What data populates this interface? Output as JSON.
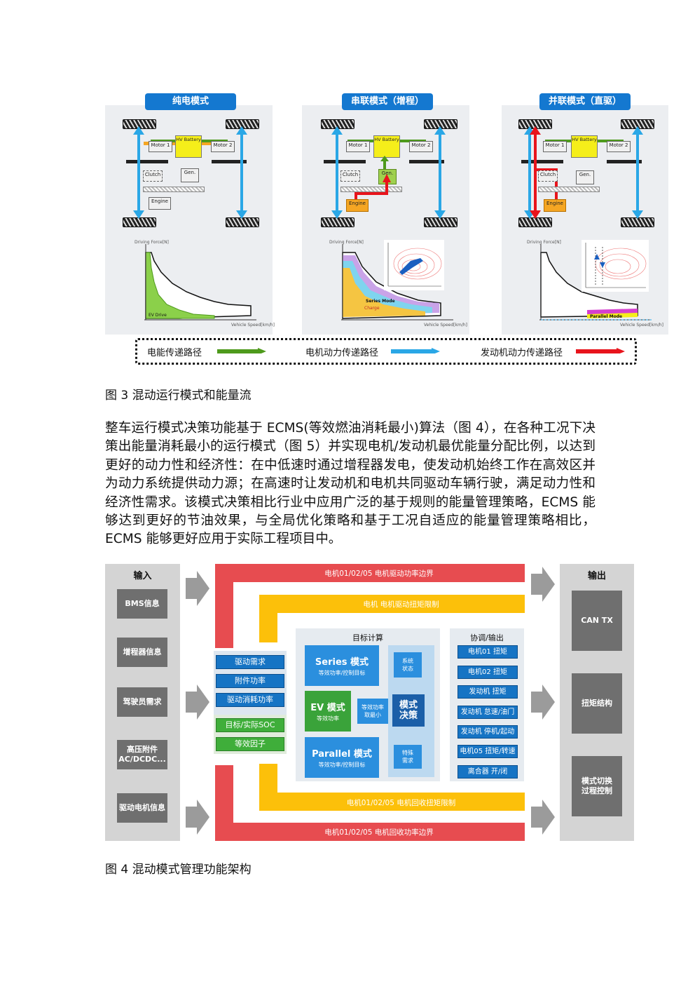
{
  "figure3": {
    "panels": [
      {
        "title": "纯电模式",
        "boxes": {
          "motor1": "Motor 1",
          "battery": "HV Battery",
          "motor2": "Motor 2",
          "clutch": "Clutch",
          "gen": "Gen.",
          "engine": "Engine"
        },
        "chart": {
          "ylabel": "Driving Force[N]",
          "xlabel": "Vehicle Speed[km/h]",
          "region": "EV Drive"
        }
      },
      {
        "title": "串联模式（增程）",
        "boxes": {
          "motor1": "Motor 1",
          "battery": "HV Battery",
          "motor2": "Motor 2",
          "clutch": "Clutch",
          "gen": "Gen.",
          "engine": "Engine"
        },
        "chart": {
          "ylabel": "Driving Force[N]",
          "xlabel": "Vehicle Speed[km/h]",
          "region": "Series Mode",
          "region2": "Charge"
        }
      },
      {
        "title": "并联模式（直驱）",
        "boxes": {
          "motor1": "Motor 1",
          "battery": "HV Battery",
          "motor2": "Motor 2",
          "clutch": "Clutch",
          "gen": "Gen.",
          "engine": "Engine"
        },
        "chart": {
          "ylabel": "Driving Force[N]",
          "xlabel": "Vehicle Speed[km/h]",
          "region": "Parallel Mode"
        }
      }
    ],
    "legend": [
      {
        "label": "电能传递路径",
        "color": "#4e9a1c"
      },
      {
        "label": "电机动力传递路径",
        "color": "#2aa7e6"
      },
      {
        "label": "发动机动力传递路径",
        "color": "#e8141c"
      }
    ],
    "caption": "图 3 混动运行模式和能量流"
  },
  "paragraph": "整车运行模式决策功能基于 ECMS(等效燃油消耗最小)算法（图 4），在各种工况下决策出能量消耗最小的运行模式（图 5）并实现电机/发动机最优能量分配比例，以达到更好的动力性和经济性：在中低速时通过增程器发电，使发动机始终工作在高效区并为动力系统提供动力源；在高速时让发动机和电机共同驱动车辆行驶，满足动力性和经济性需求。该模式决策相比行业中应用广泛的基于规则的能量管理策略，ECMS 能够达到更好的节油效果，与全局优化策略和基于工况自适应的能量管理策略相比，ECMS 能够更好应用于实际工程项目中。",
  "figure4": {
    "input_title": "输入",
    "inputs": [
      "BMS信息",
      "增程器信息",
      "驾驶员需求",
      "高压附件\nAC/DCDC...",
      "驱动电机信息"
    ],
    "output_title": "输出",
    "outputs": [
      "CAN TX",
      "扭矩结构",
      "模式切换\n过程控制"
    ],
    "band_top_red": "电机01/02/05 电机驱动功率边界",
    "band_top_yellow": "电机 电机驱动扭矩限制",
    "band_bottom_yellow": "电机01/02/05 电机回收扭矩限制",
    "band_bottom_red": "电机01/02/05 电机回收功率边界",
    "left_blue": [
      "驱动需求",
      "附件功率",
      "驱动消耗功率"
    ],
    "left_green": [
      "目标/实际SOC",
      "等效因子"
    ],
    "calc_title": "目标计算",
    "series": {
      "main": "Series 模式",
      "sub": "等效功率/控制目标"
    },
    "ev": {
      "main": "EV 模式",
      "sub": "等效功率"
    },
    "parallel": {
      "main": "Parallel 模式",
      "sub": "等效功率/控制目标"
    },
    "sys_state": "系统\n状态",
    "equiv_min": "等效功率\n取最小",
    "mode_decision": "模式\n决策",
    "special": "特殊\n需求",
    "coord_title": "协调/输出",
    "coord": [
      "电机01 扭矩",
      "电机02 扭矩",
      "发动机 扭矩",
      "发动机 怠速/油门",
      "发动机 停机/起动",
      "电机05 扭矩/转速",
      "离合器 开/闭"
    ],
    "caption": "图 4 混动模式管理功能架构"
  }
}
